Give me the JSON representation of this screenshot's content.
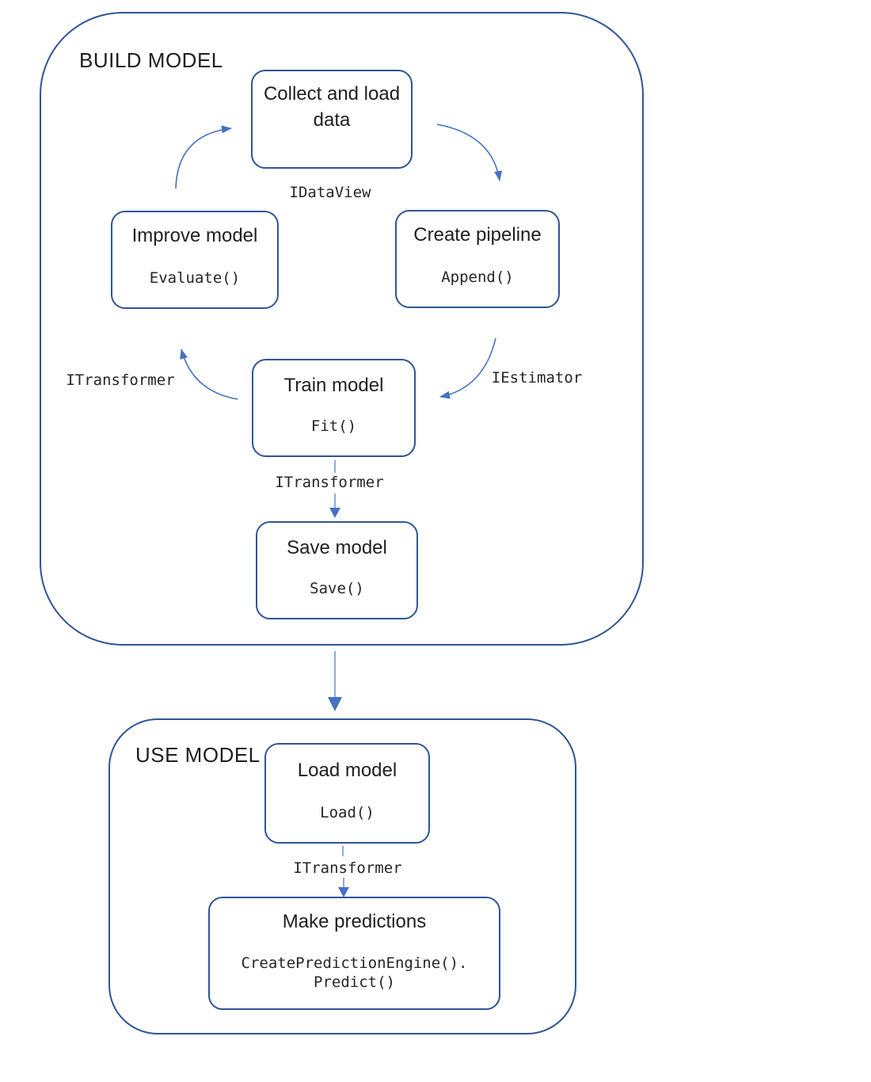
{
  "diagram": {
    "colors": {
      "border": "#2f5597",
      "arrow": "#4472c4",
      "arrow_light": "#8faadc",
      "text": "#1f1f1f",
      "code": "#262626",
      "bg": "#ffffff"
    },
    "build": {
      "label": "BUILD MODEL",
      "boxes": {
        "collect": {
          "title_line1": "Collect and load",
          "title_line2": "data"
        },
        "create": {
          "title": "Create pipeline",
          "code": "Append()"
        },
        "train": {
          "title": "Train model",
          "code": "Fit()"
        },
        "improve": {
          "title": "Improve model",
          "code": "Evaluate()"
        },
        "save": {
          "title": "Save model",
          "code": "Save()"
        }
      },
      "edge_labels": {
        "idataview": "IDataView",
        "iestimator": "IEstimator",
        "itransformer_left": "ITransformer",
        "itransformer_mid": "ITransformer"
      }
    },
    "use": {
      "label": "USE MODEL",
      "boxes": {
        "load": {
          "title": "Load model",
          "code": "Load()"
        },
        "predict": {
          "title": "Make predictions",
          "code_line1": "CreatePredictionEngine().",
          "code_line2": "Predict()"
        }
      },
      "edge_labels": {
        "itransformer": "ITransformer"
      }
    }
  }
}
